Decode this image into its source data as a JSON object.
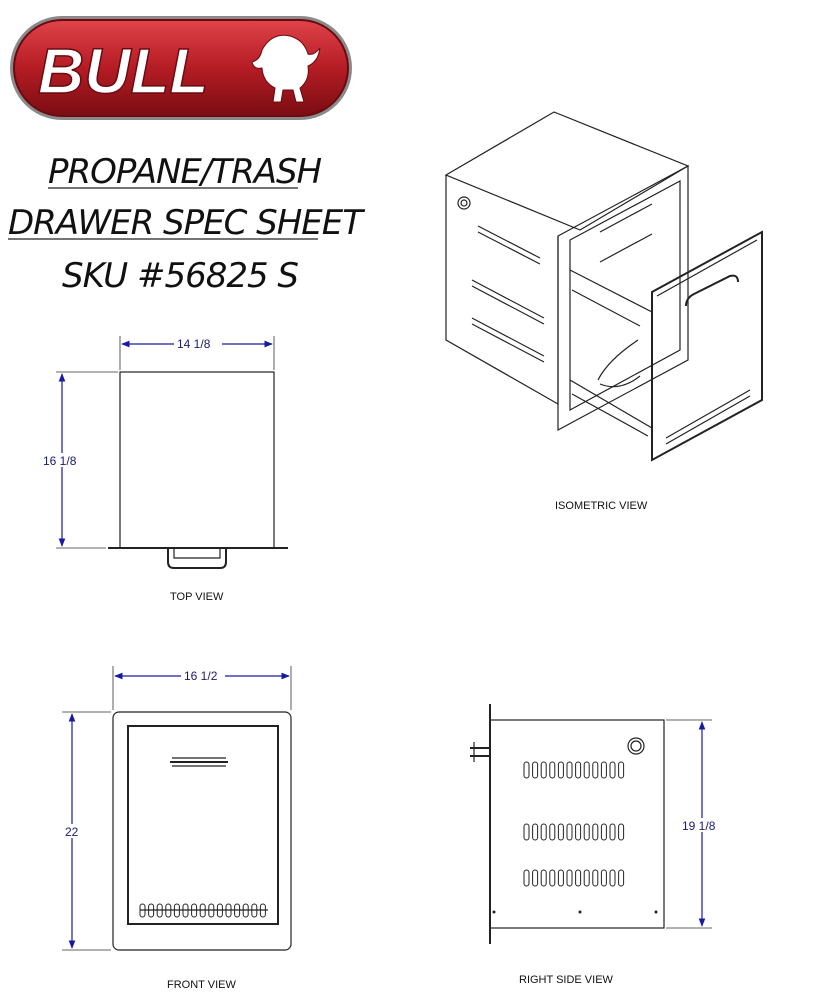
{
  "brand": {
    "logo_text": "BULL",
    "logo_color": "#b51c24",
    "logo_dark": "#6b0a10"
  },
  "title": {
    "line1": "PROPANE/TRASH",
    "line2": "DRAWER SPEC SHEET",
    "line3": "SKU #56825 S"
  },
  "views": {
    "isometric": {
      "label": "ISOMETRIC VIEW"
    },
    "top": {
      "label": "TOP VIEW",
      "width_dim": "14 1/8",
      "depth_dim": "16 1/8"
    },
    "front": {
      "label": "FRONT VIEW",
      "width_dim": "16 1/2",
      "height_dim": "22"
    },
    "right_side": {
      "label": "RIGHT SIDE VIEW",
      "height_dim": "19 1/8"
    }
  },
  "colors": {
    "dimension": "#1a1aa0",
    "line": "#222222"
  }
}
